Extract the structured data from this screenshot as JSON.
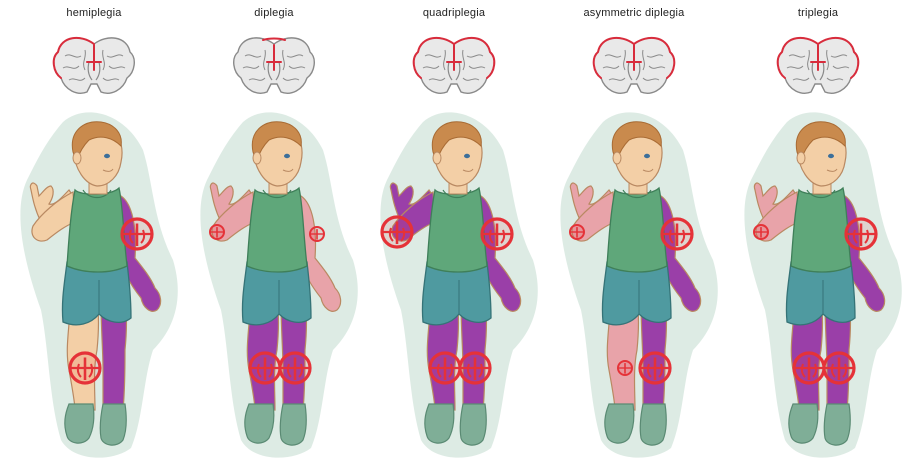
{
  "panels": [
    {
      "id": "hemiplegia",
      "title": "hemiplegia",
      "cortex": "one-side",
      "limbs": {
        "leftArm": "none",
        "rightArm": "severe",
        "leftLeg": "none",
        "rightLeg": "severe"
      },
      "markers": {
        "leftArm": "none",
        "rightArm": "large",
        "leftKnee": "large",
        "rightKnee": "none"
      }
    },
    {
      "id": "diplegia",
      "title": "diplegia",
      "cortex": "center",
      "limbs": {
        "leftArm": "mild",
        "rightArm": "mild",
        "leftLeg": "severe",
        "rightLeg": "severe"
      },
      "markers": {
        "leftArm": "small",
        "rightArm": "small",
        "leftKnee": "large",
        "rightKnee": "large"
      }
    },
    {
      "id": "quadriplegia",
      "title": "quadriplegia",
      "cortex": "all",
      "limbs": {
        "leftArm": "severe",
        "rightArm": "severe",
        "leftLeg": "severe",
        "rightLeg": "severe"
      },
      "markers": {
        "leftArm": "large",
        "rightArm": "large",
        "leftKnee": "large",
        "rightKnee": "large"
      }
    },
    {
      "id": "asymmetric-diplegia",
      "title": "asymmetric diplegia",
      "cortex": "all",
      "limbs": {
        "leftArm": "mild",
        "rightArm": "severe",
        "leftLeg": "mild",
        "rightLeg": "severe"
      },
      "markers": {
        "leftArm": "small",
        "rightArm": "large",
        "leftKnee": "small",
        "rightKnee": "large"
      }
    },
    {
      "id": "triplegia",
      "title": "triplegia",
      "cortex": "all",
      "limbs": {
        "leftArm": "mild",
        "rightArm": "severe",
        "leftLeg": "severe",
        "rightLeg": "severe"
      },
      "markers": {
        "leftArm": "small",
        "rightArm": "large",
        "leftKnee": "large",
        "rightKnee": "large"
      }
    }
  ],
  "colors": {
    "skin": "#f3cfa6",
    "skinLine": "#b98962",
    "mild": "#e8a3a9",
    "severe": "#9a3fa8",
    "shirt": "#5fa77a",
    "shirtDark": "#3f7f59",
    "shorts": "#4f9aa0",
    "shortsDark": "#357377",
    "sock": "#7fae97",
    "hair": "#c98a4d",
    "halo": "#d7e7df",
    "marker": "#e53238",
    "brainFill": "#e9e9e9",
    "brainLine": "#8a8a8a",
    "brainRed": "#d82c3c"
  }
}
